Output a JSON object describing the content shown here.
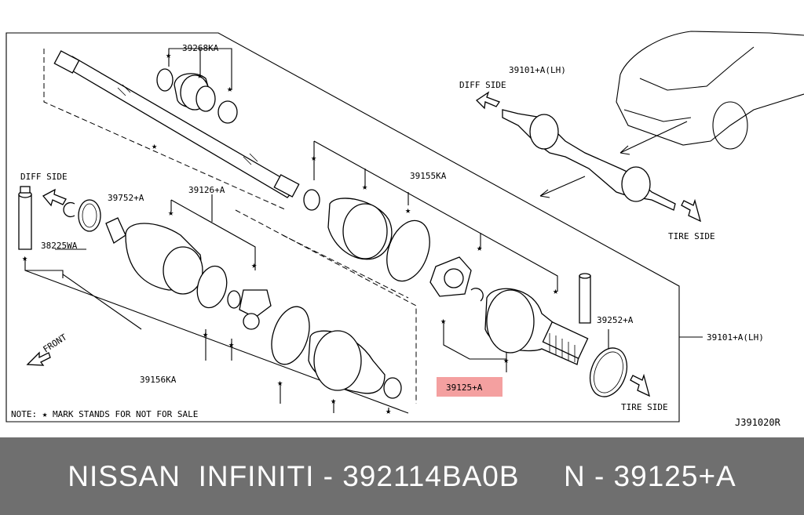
{
  "diagram": {
    "labels": {
      "p39268": "39268KA",
      "p39101_top": "39101+A(LH)",
      "diff_side_right": "DIFF SIDE",
      "diff_side_left": "DIFF SIDE",
      "p39752": "39752+A",
      "p39126": "39126+A",
      "p39155": "39155KA",
      "p38225": "38225WA",
      "front": "FRONT",
      "p39156": "39156KA",
      "p39252": "39252+A",
      "p39101_right": "39101+A(LH)",
      "tire_side_top": "TIRE SIDE",
      "tire_side_bottom": "TIRE SIDE",
      "p39125": "39125+A",
      "note": "NOTE: ★ MARK STANDS FOR NOT FOR SALE",
      "code": "J391020R"
    },
    "highlight_color": "#f4a0a0"
  },
  "footer": {
    "text": "NISSAN  INFINITI - 392114BA0B     N - 39125+A",
    "background": "#6f6f6f"
  }
}
